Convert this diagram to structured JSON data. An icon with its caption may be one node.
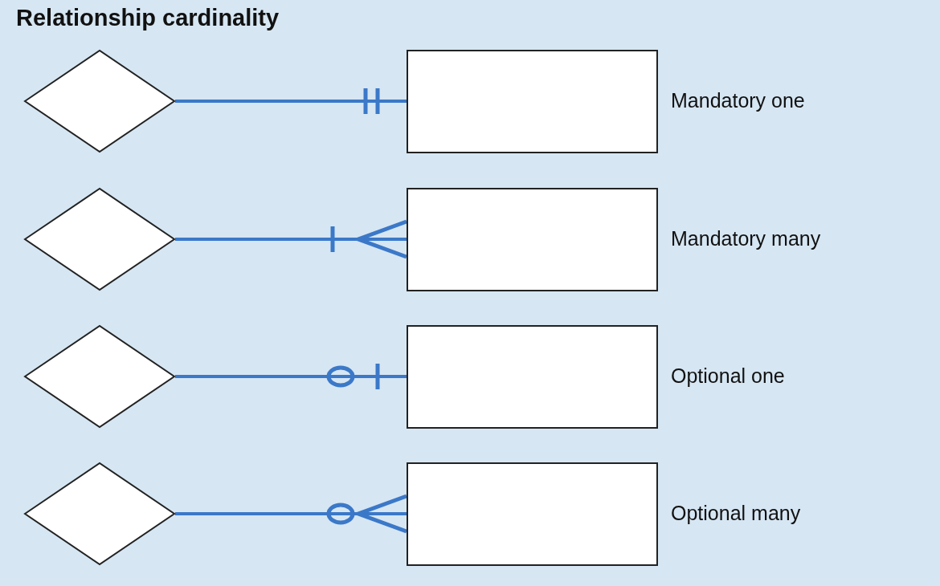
{
  "diagram": {
    "title": "Relationship cardinality",
    "nodes": [
      {
        "text": [],
        "shape": "diamond"
      },
      {
        "text": [],
        "shape": "box",
        "beside": [
          "Mandatory one"
        ]
      },
      {
        "text": [],
        "shape": "diamond"
      },
      {
        "text": [],
        "shape": "box",
        "beside": [
          "Mandatory many"
        ]
      },
      {
        "text": [],
        "shape": "diamond"
      },
      {
        "text": [],
        "shape": "box",
        "beside": [
          "Optional one"
        ]
      },
      {
        "text": [],
        "shape": "diamond"
      },
      {
        "text": [],
        "shape": "box",
        "beside": [
          "Optional many"
        ]
      }
    ],
    "edges": [
      {
        "from": 0,
        "to": 1,
        "arrow": "other"
      },
      {
        "from": 2,
        "to": 3,
        "arrow": "other"
      },
      {
        "from": 4,
        "to": 5,
        "arrow": "other"
      },
      {
        "from": 6,
        "to": 7,
        "arrow": "other"
      }
    ]
  }
}
